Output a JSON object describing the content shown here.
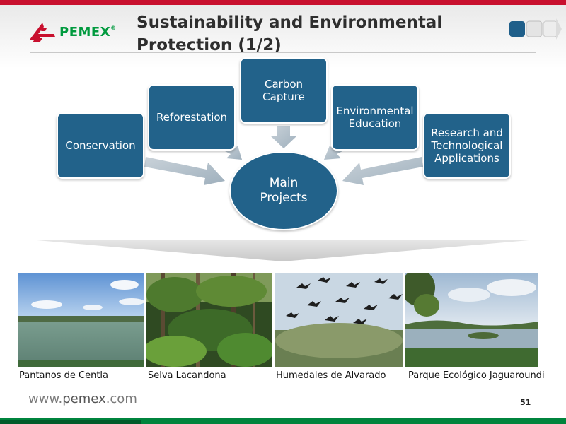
{
  "header": {
    "logo_text": "PEMEX",
    "logo_registered": "®",
    "title_line1": "Sustainability and Environmental",
    "title_line2": "Protection (1/2)"
  },
  "diagram": {
    "hub": "Main\nProjects",
    "boxes": [
      {
        "label": "Conservation"
      },
      {
        "label": "Reforestation"
      },
      {
        "label": "Carbon\nCapture"
      },
      {
        "label": "Environmental\nEducation"
      },
      {
        "label": "Research and\nTechnological\nApplications"
      }
    ]
  },
  "photos": [
    {
      "caption": "Pantanos de Centla"
    },
    {
      "caption": "Selva Lacandona"
    },
    {
      "caption": "Humedales de Alvarado"
    },
    {
      "caption": "Parque Ecológico Jaguaroundi"
    }
  ],
  "footer": {
    "url_prefix": "www.",
    "url_brand": "pemex",
    "url_suffix": ".com",
    "page_number": "51"
  },
  "colors": {
    "box_fill": "#22628a",
    "brand_red": "#c8102e",
    "brand_green": "#00843d",
    "arrow_gray": "#b8c3cc"
  }
}
